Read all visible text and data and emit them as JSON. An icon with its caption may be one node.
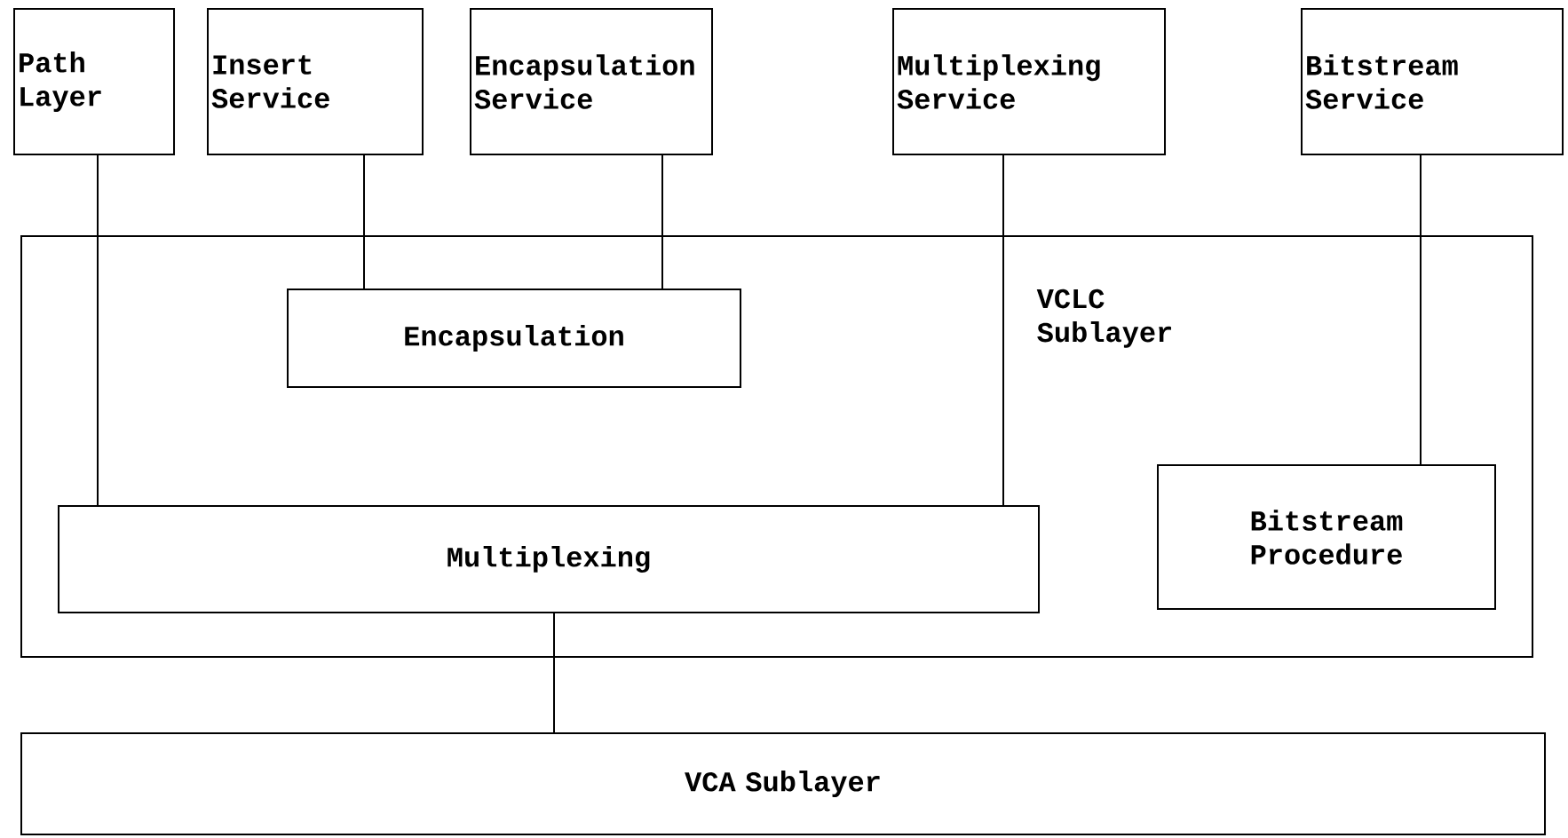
{
  "diagram": {
    "nodes": [
      {
        "text": [
          "Path Layer"
        ]
      },
      {
        "text": [
          "Insert Service"
        ]
      },
      {
        "text": [
          "Encapsulation Service"
        ]
      },
      {
        "text": [
          "Multiplexing Service"
        ]
      },
      {
        "text": [
          "Bitstream Service"
        ]
      },
      {
        "text": [
          "VCLC Sublayer"
        ]
      },
      {
        "text": [
          "Encapsulation"
        ],
        "in": 5
      },
      {
        "text": [
          "Multiplexing"
        ],
        "in": 5
      },
      {
        "text": [
          "Bitstream Procedure"
        ],
        "in": 5
      },
      {
        "text": [
          "VCA Sublayer"
        ]
      }
    ],
    "edges": [
      {
        "from": 0,
        "to": 7,
        "arrow": "none"
      },
      {
        "from": 1,
        "to": 6,
        "arrow": "none"
      },
      {
        "from": 2,
        "to": 6,
        "arrow": "none"
      },
      {
        "from": 3,
        "to": 7,
        "arrow": "none"
      },
      {
        "from": 4,
        "to": 8,
        "arrow": "none"
      },
      {
        "from": 7,
        "to": 9,
        "arrow": "none"
      }
    ]
  }
}
